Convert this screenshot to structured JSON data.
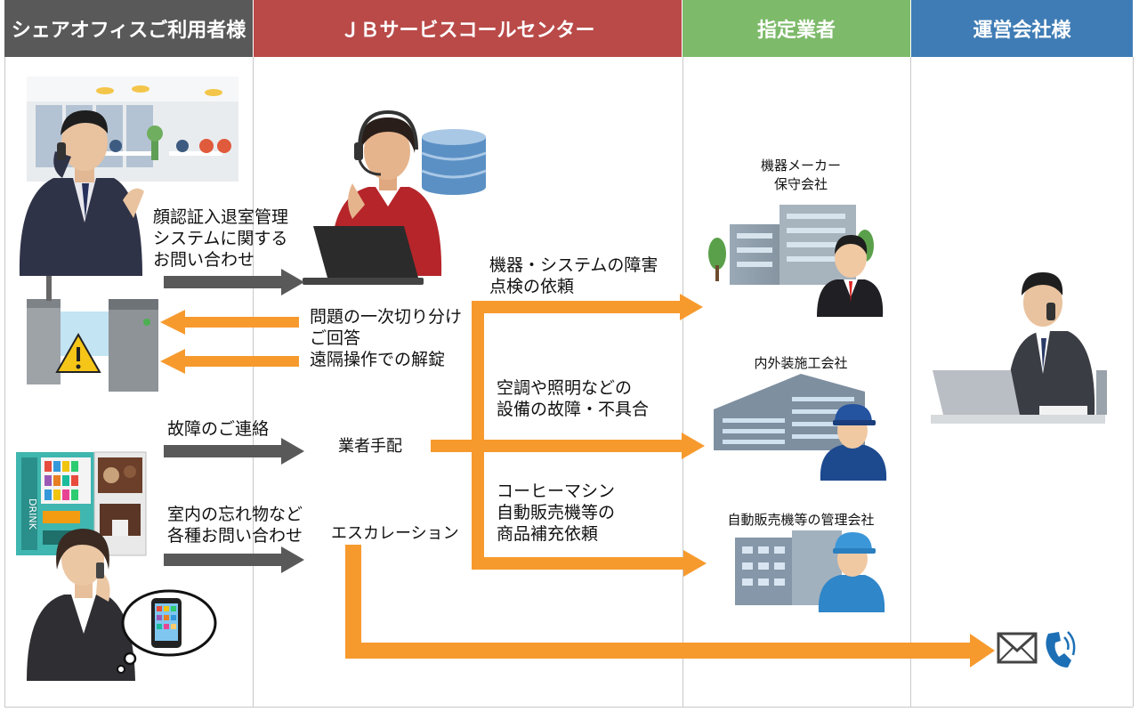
{
  "lanes": [
    {
      "title": "シェアオフィスご利用者様",
      "color": "#595959"
    },
    {
      "title": "ＪＢサービスコールセンター",
      "color": "#B94A48"
    },
    {
      "title": "指定業者",
      "color": "#7DBA6A"
    },
    {
      "title": "運営会社様",
      "color": "#3F7CB5"
    }
  ],
  "labels": {
    "face_system": "顔認証入退室管理\nシステムに関する\nお問い合わせ",
    "first_response": "問題の一次切り分け\nご回答\n遠隔操作での解錠",
    "failure_contact": "故障のご連絡",
    "lost_items": "室内の忘れ物など\n各種お問い合わせ",
    "vendor_arrange": "業者手配",
    "escalation": "エスカレーション",
    "equipment_failure": "機器・システムの障害\n点検の依頼",
    "facility_failure": "空調や照明などの\n設備の故障・不具合",
    "vending_refill": "コーヒーマシン\n自動販売機等の\n商品補充依頼"
  },
  "vendors": {
    "maker": "機器メーカー\n保守会社",
    "interior": "内外装施工会社",
    "vending": "自動販売機等の管理会社"
  },
  "colors": {
    "gray_arrow": "#595959",
    "orange_arrow": "#F79A2E"
  },
  "icons": [
    "office-photo-icon",
    "businessman-phone-icon",
    "security-gate-icon",
    "warning-icon",
    "vending-machine-icon",
    "coffee-machine-icon",
    "businesswoman-phone-icon",
    "smartphone-bubble-icon",
    "operator-headset-icon",
    "database-icon",
    "laptop-icon",
    "building-icon",
    "worker-icon",
    "operator-desk-icon",
    "mail-icon",
    "phone-icon"
  ]
}
